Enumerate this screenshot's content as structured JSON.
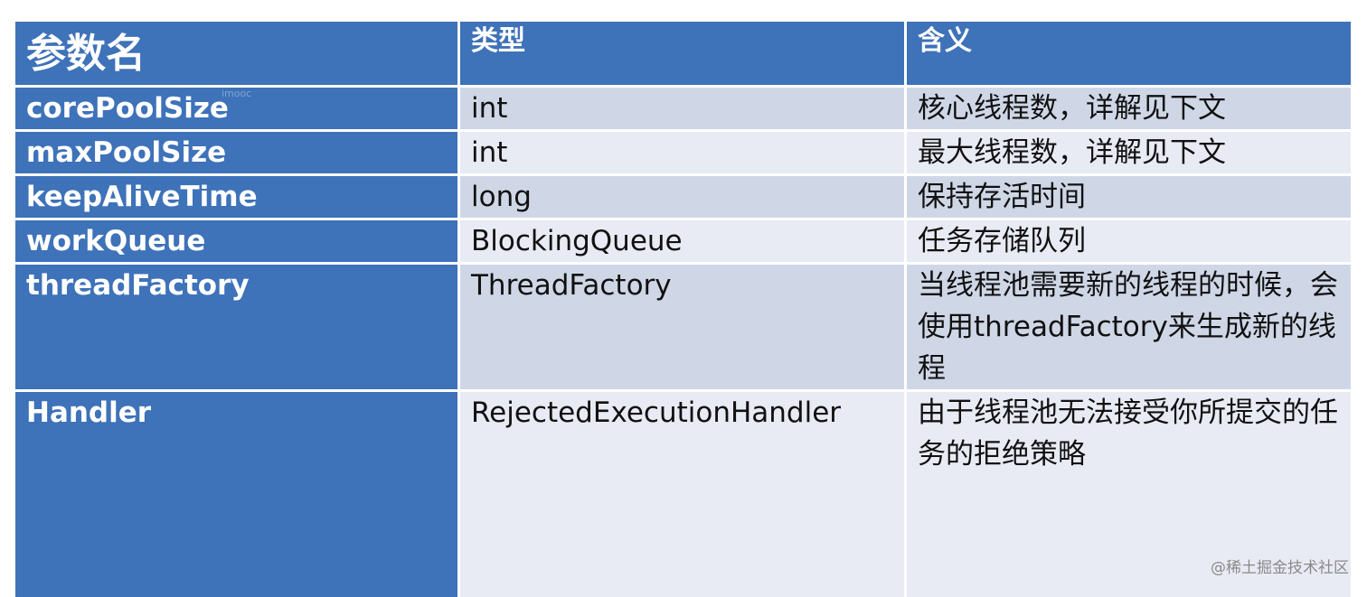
{
  "table": {
    "headers": {
      "param": "参数名",
      "type": "类型",
      "meaning": "含义"
    },
    "rows": [
      {
        "param": "corePoolSize",
        "type": "int",
        "meaning": "核心线程数，详解见下文"
      },
      {
        "param": "maxPoolSize",
        "type": "int",
        "meaning": "最大线程数，详解见下文"
      },
      {
        "param": "keepAliveTime",
        "type": "long",
        "meaning": "保持存活时间"
      },
      {
        "param": "workQueue",
        "type": "BlockingQueue",
        "meaning": "任务存储队列"
      },
      {
        "param": "threadFactory",
        "type": "ThreadFactory",
        "meaning": "当线程池需要新的线程的时候，会使用threadFactory来生成新的线程"
      },
      {
        "param": "Handler",
        "type": "RejectedExecutionHandler",
        "meaning": "由于线程池无法接受你所提交的任务的拒绝策略"
      }
    ]
  },
  "faint_mark": "imooc",
  "watermark": "@稀土掘金技术社区",
  "colors": {
    "header_blue": "#3e72b9",
    "row_dark": "#cfd7e7",
    "row_light": "#e8ebf4"
  }
}
